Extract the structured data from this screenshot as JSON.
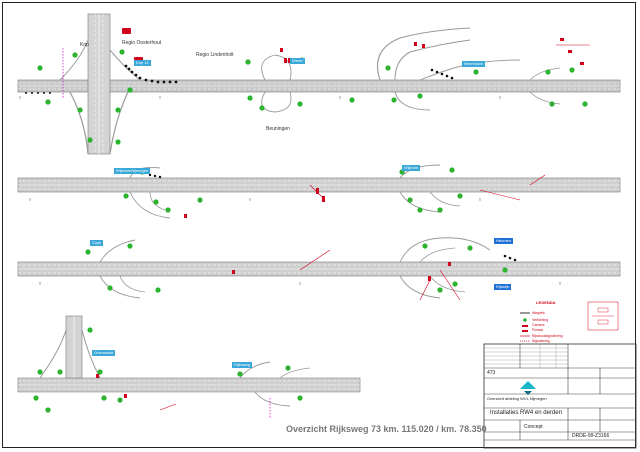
{
  "drawing": {
    "title": "Overzicht Rijksweg 73 km. 115.020 / km. 78.350",
    "subtitle_client": "Overzicht afdeling WVL Nijmegen",
    "subtitle_project": "Installaties RW4 en derden",
    "number_box": "473",
    "status": "Concept",
    "drawing_number": "DRDE-99-Z3166"
  },
  "places": {
    "regio_oosterhout": "Regio Oosterhout",
    "regio_lindenholt": "Regio Lindenholt",
    "knoop": "Knp",
    "beuningen": "Beuningen"
  },
  "signs": [
    {
      "text": "Knp 12"
    },
    {
      "text": "Neerbosch"
    },
    {
      "text": "Weurt"
    },
    {
      "text": "Wijchen/Nijmegen"
    },
    {
      "text": "Wijchen"
    },
    {
      "text": "Cuyk"
    },
    {
      "text": "Heumen"
    },
    {
      "text": "Rijswijk"
    },
    {
      "text": "Overasselt"
    },
    {
      "text": "Rijksweg"
    }
  ],
  "legend": {
    "title": "LEGENDA",
    "items": [
      "Wegdek",
      "Verlichting",
      "Camera",
      "Portaal",
      "Rijstrooksignalering",
      "Signalering"
    ]
  },
  "colors": {
    "road": "#9a9a9a",
    "marking": "#ffffff",
    "device_green": "#2db32d",
    "annotation_red": "#d0021b",
    "sign_blue": "#39a7d8",
    "route_magenta": "#d11bd1"
  }
}
